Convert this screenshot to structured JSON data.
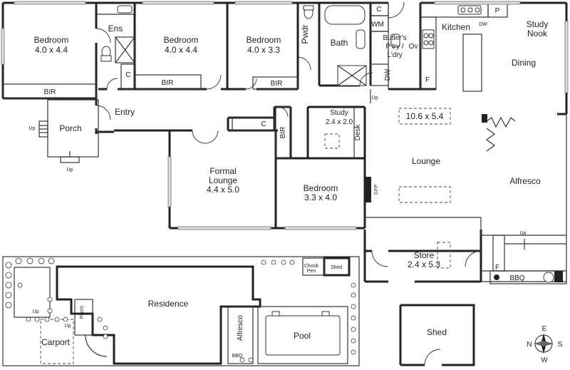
{
  "rooms": {
    "bedroom1": {
      "name": "Bedroom",
      "size": "4.0 x 4.4"
    },
    "ensuite": "Ens",
    "bedroom2": {
      "name": "Bedroom",
      "size": "4.0 x 4.4"
    },
    "bedroom3": {
      "name": "Bedroom",
      "size": "4.0 x 3.3"
    },
    "powder": "Pwdr",
    "bath": "Bath",
    "wm": "WM",
    "c": "C",
    "dw": "DW",
    "butlers": [
      "Butler's",
      "P'try /",
      "L'dry"
    ],
    "oven": "Ov",
    "kitchen": "Kitchen",
    "pantry": "P",
    "study_nook": [
      "Study",
      "Nook"
    ],
    "dining": "Dining",
    "fridge": "F",
    "bir": "BIR",
    "entry": "Entry",
    "porch": "Porch",
    "up": "Up",
    "study": {
      "name": "Study",
      "size": "2.4 x 2.0"
    },
    "desk": "Desk",
    "zone_size": "10.6 x 5.4",
    "lounge": "Lounge",
    "alfresco": "Alfresco",
    "formal": {
      "name": [
        "Formal",
        "Lounge"
      ],
      "size": "4.4 x 5.0"
    },
    "bedroom4": {
      "name": "Bedroom",
      "size": "3.3 x 4.0"
    },
    "gfp": "GFP",
    "store": {
      "name": "Store",
      "size": "2.4 x 5.3"
    },
    "bbq": "BBQ",
    "shed": "Shed"
  },
  "site": {
    "residence": "Residence",
    "carport": "Carport",
    "porch": "Porch",
    "up": "Up",
    "alfresco": "Alfresco",
    "pool": "Pool",
    "shed": "Shed",
    "chook": [
      "Chook",
      "Pen"
    ],
    "bbq": "BBQ"
  },
  "compass": {
    "n": "N",
    "s": "S",
    "e": "E",
    "w": "W"
  }
}
